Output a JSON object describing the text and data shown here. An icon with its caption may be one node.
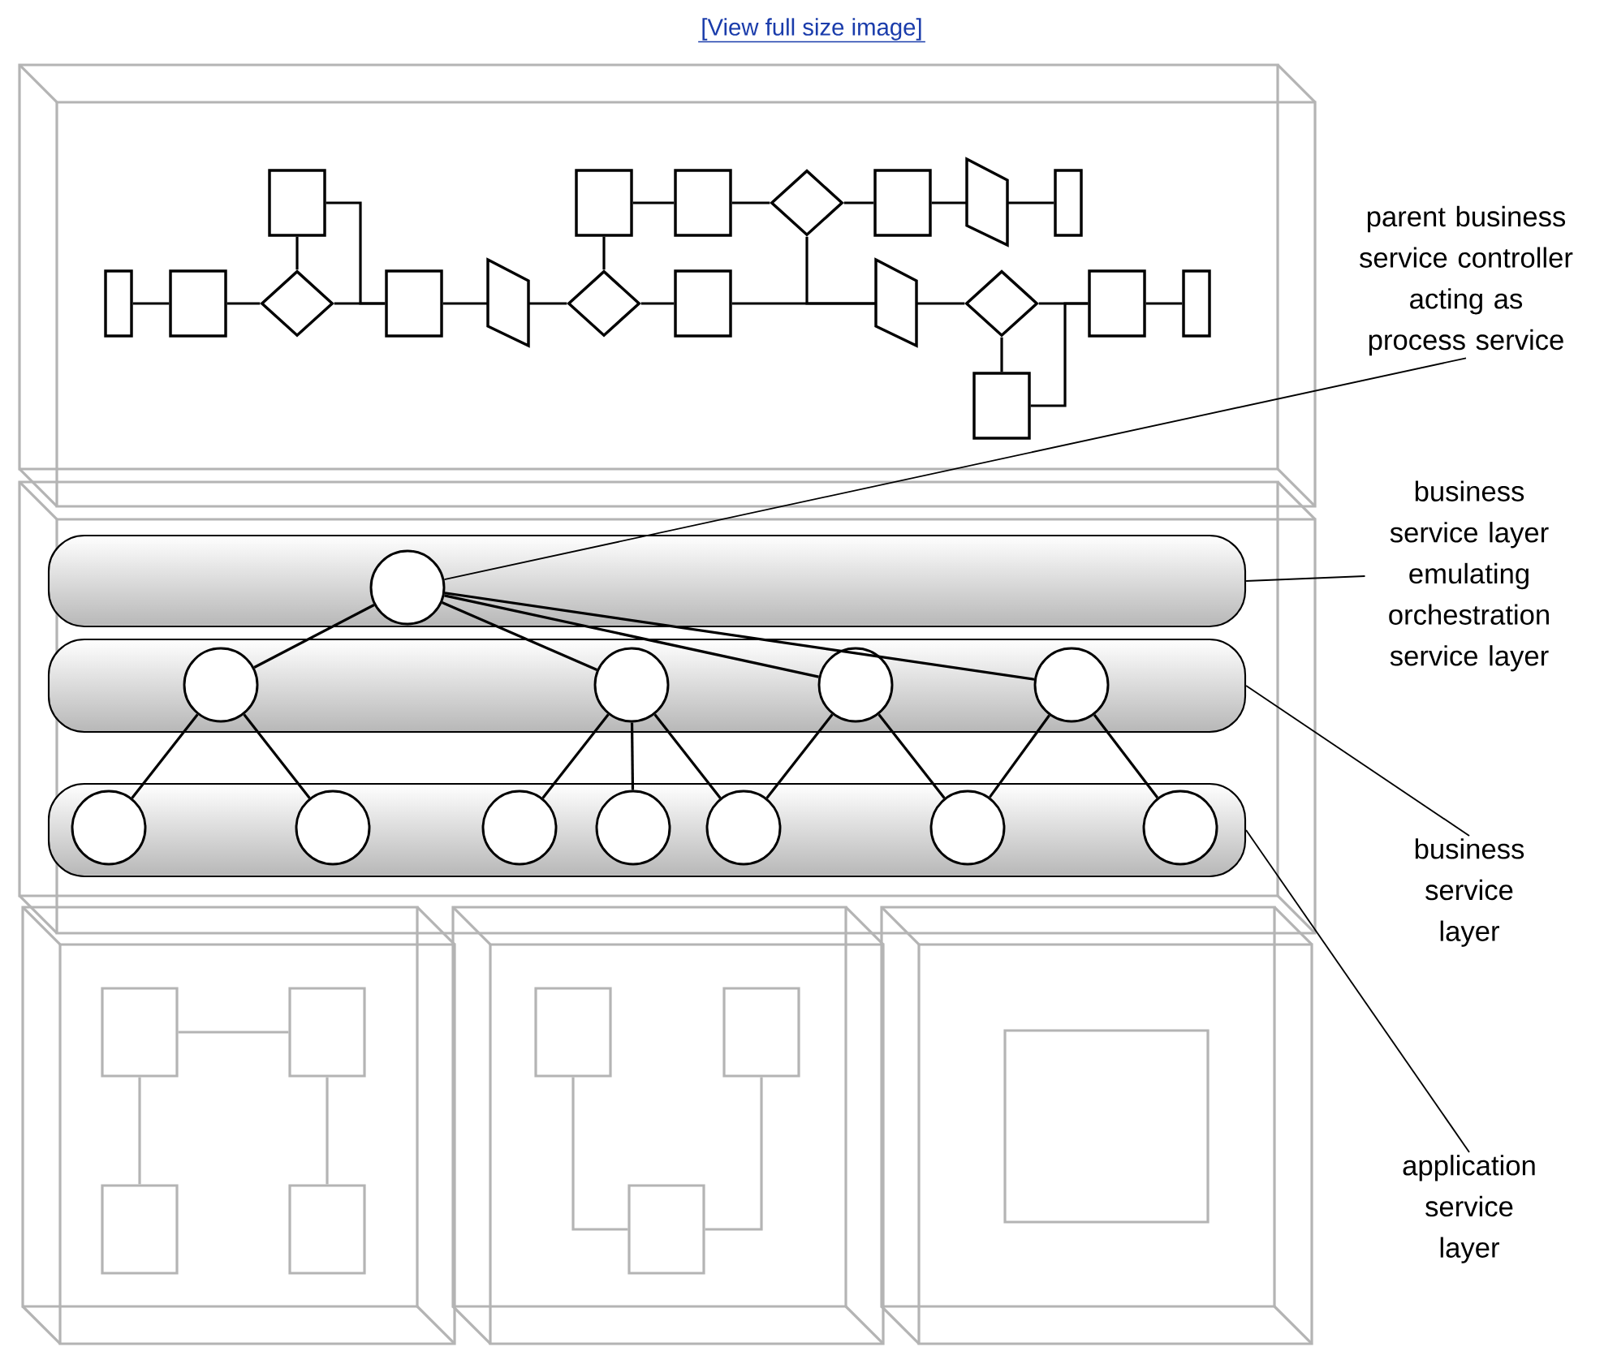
{
  "diagram": {
    "nodes": [
      {
        "text": [],
        "shape": "box"
      },
      {
        "text": [],
        "shape": "box",
        "in": 0
      },
      {
        "text": [],
        "shape": "box",
        "in": 0
      },
      {
        "text": [],
        "shape": "box",
        "in": 0
      },
      {
        "text": [],
        "shape": "diamond",
        "in": 0
      },
      {
        "text": [],
        "shape": "box",
        "in": 0
      },
      {
        "text": [],
        "shape": "parallelogram",
        "in": 0
      },
      {
        "text": [],
        "shape": "box",
        "in": 0
      },
      {
        "text": [],
        "shape": "box",
        "in": 0
      },
      {
        "text": [],
        "shape": "box",
        "in": 0
      },
      {
        "text": [],
        "shape": "diamond",
        "in": 0
      },
      {
        "text": [],
        "shape": "box",
        "in": 0
      },
      {
        "text": [],
        "shape": "parallelogram",
        "in": 0
      },
      {
        "text": [],
        "shape": "diamond",
        "in": 0
      },
      {
        "text": [],
        "shape": "box",
        "in": 0
      },
      {
        "text": [],
        "shape": "parallelogram",
        "in": 0
      },
      {
        "text": [],
        "shape": "diamond",
        "in": 0
      },
      {
        "text": [],
        "shape": "box",
        "in": 0
      },
      {
        "text": [],
        "shape": "box",
        "in": 0
      },
      {
        "text": [],
        "shape": "box",
        "in": 0
      },
      {
        "text": [],
        "shape": "box"
      },
      {
        "text": [],
        "shape": "bar",
        "in": 20
      },
      {
        "text": [],
        "shape": "circle",
        "in": 21
      },
      {
        "text": [],
        "shape": "bar",
        "in": 20
      },
      {
        "text": [],
        "shape": "circle",
        "in": 23
      },
      {
        "text": [],
        "shape": "circle",
        "in": 23
      },
      {
        "text": [],
        "shape": "circle",
        "in": 23
      },
      {
        "text": [],
        "shape": "circle",
        "in": 23
      },
      {
        "text": [],
        "shape": "bar",
        "in": 20
      },
      {
        "text": [],
        "shape": "circle",
        "in": 28
      },
      {
        "text": [],
        "shape": "circle",
        "in": 28
      },
      {
        "text": [],
        "shape": "circle",
        "in": 28
      },
      {
        "text": [],
        "shape": "circle",
        "in": 28
      },
      {
        "text": [],
        "shape": "circle",
        "in": 28
      },
      {
        "text": [],
        "shape": "circle",
        "in": 28
      },
      {
        "text": [],
        "shape": "circle",
        "in": 28
      },
      {
        "text": [],
        "shape": "box"
      },
      {
        "text": [],
        "shape": "box",
        "in": 36
      },
      {
        "text": [],
        "shape": "box",
        "in": 36
      },
      {
        "text": [],
        "shape": "box",
        "in": 36
      },
      {
        "text": [],
        "shape": "box",
        "in": 36
      },
      {
        "text": [],
        "shape": "box"
      },
      {
        "text": [],
        "shape": "box",
        "in": 41
      },
      {
        "text": [],
        "shape": "box",
        "in": 41
      },
      {
        "text": [],
        "shape": "box",
        "in": 41
      },
      {
        "text": [],
        "shape": "box"
      },
      {
        "text": [],
        "shape": "box",
        "in": 45
      },
      {
        "text": [
          "parent business service controller acting as process service"
        ]
      },
      {
        "text": [
          "business service layer emulating orchestration service layer"
        ]
      },
      {
        "text": [
          "business service layer"
        ]
      },
      {
        "text": [
          "application service layer"
        ]
      }
    ],
    "edges": [
      {
        "from": 8,
        "to": 9,
        "arrow": "none"
      },
      {
        "from": 9,
        "to": 10,
        "arrow": "none"
      },
      {
        "from": 10,
        "to": 1,
        "arrow": "none"
      },
      {
        "from": 10,
        "to": 11,
        "arrow": "none"
      },
      {
        "from": 1,
        "to": 11,
        "arrow": "none"
      },
      {
        "from": 11,
        "to": 12,
        "arrow": "none"
      },
      {
        "from": 12,
        "to": 13,
        "arrow": "none"
      },
      {
        "from": 13,
        "to": 2,
        "arrow": "none"
      },
      {
        "from": 13,
        "to": 14,
        "arrow": "none"
      },
      {
        "from": 2,
        "to": 3,
        "arrow": "none"
      },
      {
        "from": 3,
        "to": 4,
        "arrow": "none"
      },
      {
        "from": 4,
        "to": 5,
        "arrow": "none"
      },
      {
        "from": 5,
        "to": 6,
        "arrow": "none"
      },
      {
        "from": 6,
        "to": 7,
        "arrow": "none"
      },
      {
        "from": 14,
        "to": 15,
        "arrow": "none"
      },
      {
        "from": 4,
        "to": 15,
        "arrow": "none"
      },
      {
        "from": 15,
        "to": 16,
        "arrow": "none"
      },
      {
        "from": 16,
        "to": 17,
        "arrow": "none"
      },
      {
        "from": 17,
        "to": 18,
        "arrow": "none"
      },
      {
        "from": 16,
        "to": 19,
        "arrow": "none"
      },
      {
        "from": 19,
        "to": 17,
        "arrow": "none"
      },
      {
        "from": 22,
        "to": 24,
        "arrow": "none"
      },
      {
        "from": 22,
        "to": 25,
        "arrow": "none"
      },
      {
        "from": 22,
        "to": 26,
        "arrow": "none"
      },
      {
        "from": 22,
        "to": 27,
        "arrow": "none"
      },
      {
        "from": 24,
        "to": 29,
        "arrow": "none"
      },
      {
        "from": 24,
        "to": 30,
        "arrow": "none"
      },
      {
        "from": 25,
        "to": 31,
        "arrow": "none"
      },
      {
        "from": 25,
        "to": 32,
        "arrow": "none"
      },
      {
        "from": 25,
        "to": 33,
        "arrow": "none"
      },
      {
        "from": 26,
        "to": 33,
        "arrow": "none"
      },
      {
        "from": 26,
        "to": 34,
        "arrow": "none"
      },
      {
        "from": 27,
        "to": 34,
        "arrow": "none"
      },
      {
        "from": 27,
        "to": 35,
        "arrow": "none"
      },
      {
        "from": 37,
        "to": 38,
        "arrow": "none",
        "color": "#b4b4b4"
      },
      {
        "from": 37,
        "to": 39,
        "arrow": "none",
        "color": "#b4b4b4"
      },
      {
        "from": 38,
        "to": 40,
        "arrow": "none",
        "color": "#b4b4b4"
      },
      {
        "from": 42,
        "to": 44,
        "arrow": "none",
        "color": "#b4b4b4"
      },
      {
        "from": 43,
        "to": 44,
        "arrow": "none",
        "color": "#b4b4b4"
      },
      {
        "from": 47,
        "to": 22,
        "arrow": "none"
      },
      {
        "from": 48,
        "to": 21,
        "arrow": "none"
      },
      {
        "from": 49,
        "to": 23,
        "arrow": "none"
      },
      {
        "from": 50,
        "to": 28,
        "arrow": "none"
      }
    ],
    "labels": [
      "[View full size image]"
    ]
  }
}
